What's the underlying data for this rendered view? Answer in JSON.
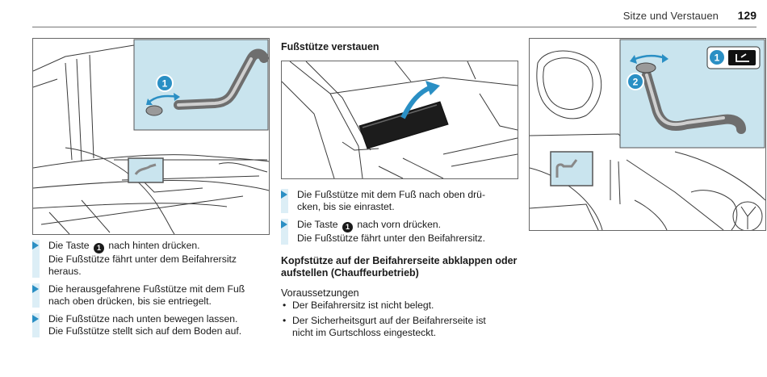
{
  "header": {
    "title": "Sitze und Verstauen",
    "page_number": "129"
  },
  "left_column": {
    "steps": [
      {
        "lines": [
          "Die Taste {1} nach hinten drücken.",
          "Die Fußstütze fährt unter dem Beifahrersitz",
          "heraus."
        ]
      },
      {
        "lines": [
          "Die herausgefahrene Fußstütze mit dem Fuß",
          "nach oben drücken, bis sie entriegelt."
        ]
      },
      {
        "lines": [
          "Die Fußstütze nach unten bewegen lassen.",
          "Die Fußstütze stellt sich auf dem Boden auf."
        ]
      }
    ]
  },
  "middle_column": {
    "section_title": "Fußstütze verstauen",
    "steps": [
      {
        "lines": [
          "Die Fußstütze mit dem Fuß nach oben drü-",
          "cken, bis sie einrastet."
        ]
      },
      {
        "lines": [
          "Die Taste {1} nach vorn drücken.",
          "Die Fußstütze fährt unter den Beifahrersitz."
        ]
      }
    ],
    "headrest_heading": [
      "Kopfstütze auf der Beifahrerseite abklappen oder",
      "aufstellen (Chauffeurbetrieb)"
    ],
    "prerequisites_label": "Voraussetzungen",
    "prerequisites": [
      {
        "lines": [
          "Der Beifahrersitz ist nicht belegt."
        ]
      },
      {
        "lines": [
          "Der Sicherheitsgurt auf der Beifahrerseite ist",
          "nicht im Gurtschloss eingesteckt."
        ]
      }
    ]
  },
  "figures": {
    "left": {
      "callouts": [
        "1"
      ]
    },
    "right": {
      "callouts": [
        "1",
        "2"
      ]
    }
  },
  "colors": {
    "accent": "#2a8fc4",
    "highlight": "#c9e4ee",
    "step_bar": "#dceef6"
  }
}
